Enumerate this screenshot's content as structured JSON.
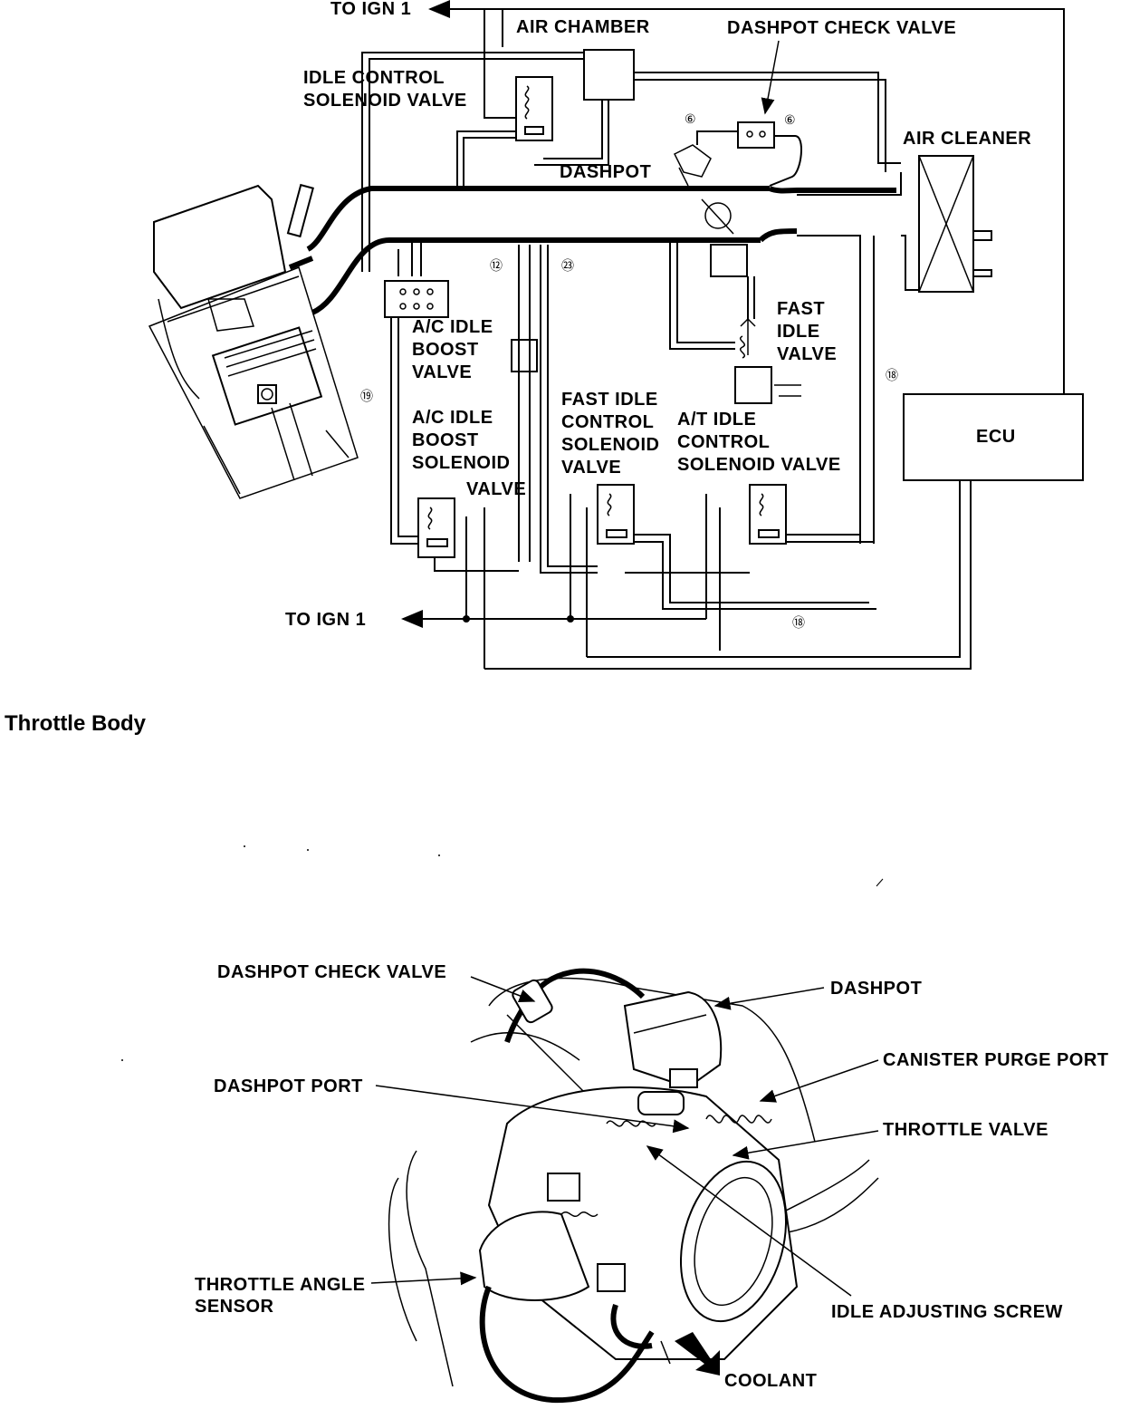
{
  "section_title": "Throttle Body",
  "top_diagram": {
    "labels": {
      "to_ign1_top": "TO IGN 1",
      "air_chamber": "AIR CHAMBER",
      "dashpot_check_valve": "DASHPOT CHECK VALVE",
      "idle_control_solenoid_1": "IDLE CONTROL",
      "idle_control_solenoid_2": "SOLENOID VALVE",
      "air_cleaner": "AIR CLEANER",
      "dashpot": "DASHPOT",
      "fast_idle_valve_1": "FAST",
      "fast_idle_valve_2": "IDLE",
      "fast_idle_valve_3": "VALVE",
      "ac_idle_boost_valve_1": "A/C IDLE",
      "ac_idle_boost_valve_2": "BOOST",
      "ac_idle_boost_valve_3": "VALVE",
      "ac_idle_boost_solenoid_1": "A/C IDLE",
      "ac_idle_boost_solenoid_2": "BOOST",
      "ac_idle_boost_solenoid_3": "SOLENOID",
      "ac_idle_boost_solenoid_4": "VALVE",
      "fast_idle_control_1": "FAST IDLE",
      "fast_idle_control_2": "CONTROL",
      "fast_idle_control_3": "SOLENOID",
      "fast_idle_control_4": "VALVE",
      "at_idle_control_1": "A/T IDLE",
      "at_idle_control_2": "CONTROL",
      "at_idle_control_3": "SOLENOID VALVE",
      "ecu": "ECU",
      "to_ign1_bottom": "TO IGN 1"
    },
    "hose_numbers": {
      "n6_left": "⑥",
      "n6_right": "⑥",
      "n12": "⑫",
      "n23": "㉓",
      "n19": "⑲",
      "n18_right": "⑱",
      "n18_bottom": "⑱"
    }
  },
  "bottom_diagram": {
    "labels": {
      "dashpot_check_valve": "DASHPOT CHECK VALVE",
      "dashpot": "DASHPOT",
      "canister_purge_port": "CANISTER PURGE PORT",
      "dashpot_port": "DASHPOT PORT",
      "throttle_valve": "THROTTLE VALVE",
      "throttle_angle_sensor_1": "THROTTLE ANGLE",
      "throttle_angle_sensor_2": "SENSOR",
      "idle_adjusting_screw": "IDLE ADJUSTING SCREW",
      "coolant": "COOLANT"
    }
  }
}
